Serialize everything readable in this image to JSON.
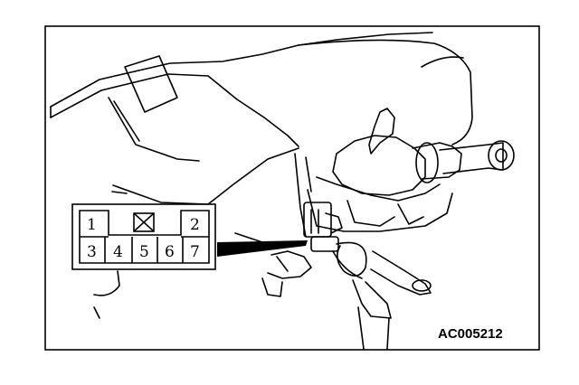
{
  "figure": {
    "code": "AC005212",
    "connector": {
      "top_left_pin": "1",
      "top_right_pin": "2",
      "bottom_pins": [
        "3",
        "4",
        "5",
        "6",
        "7"
      ],
      "unused_slot": "x-mark"
    }
  },
  "colors": {
    "line": "#000000",
    "background": "#ffffff"
  }
}
